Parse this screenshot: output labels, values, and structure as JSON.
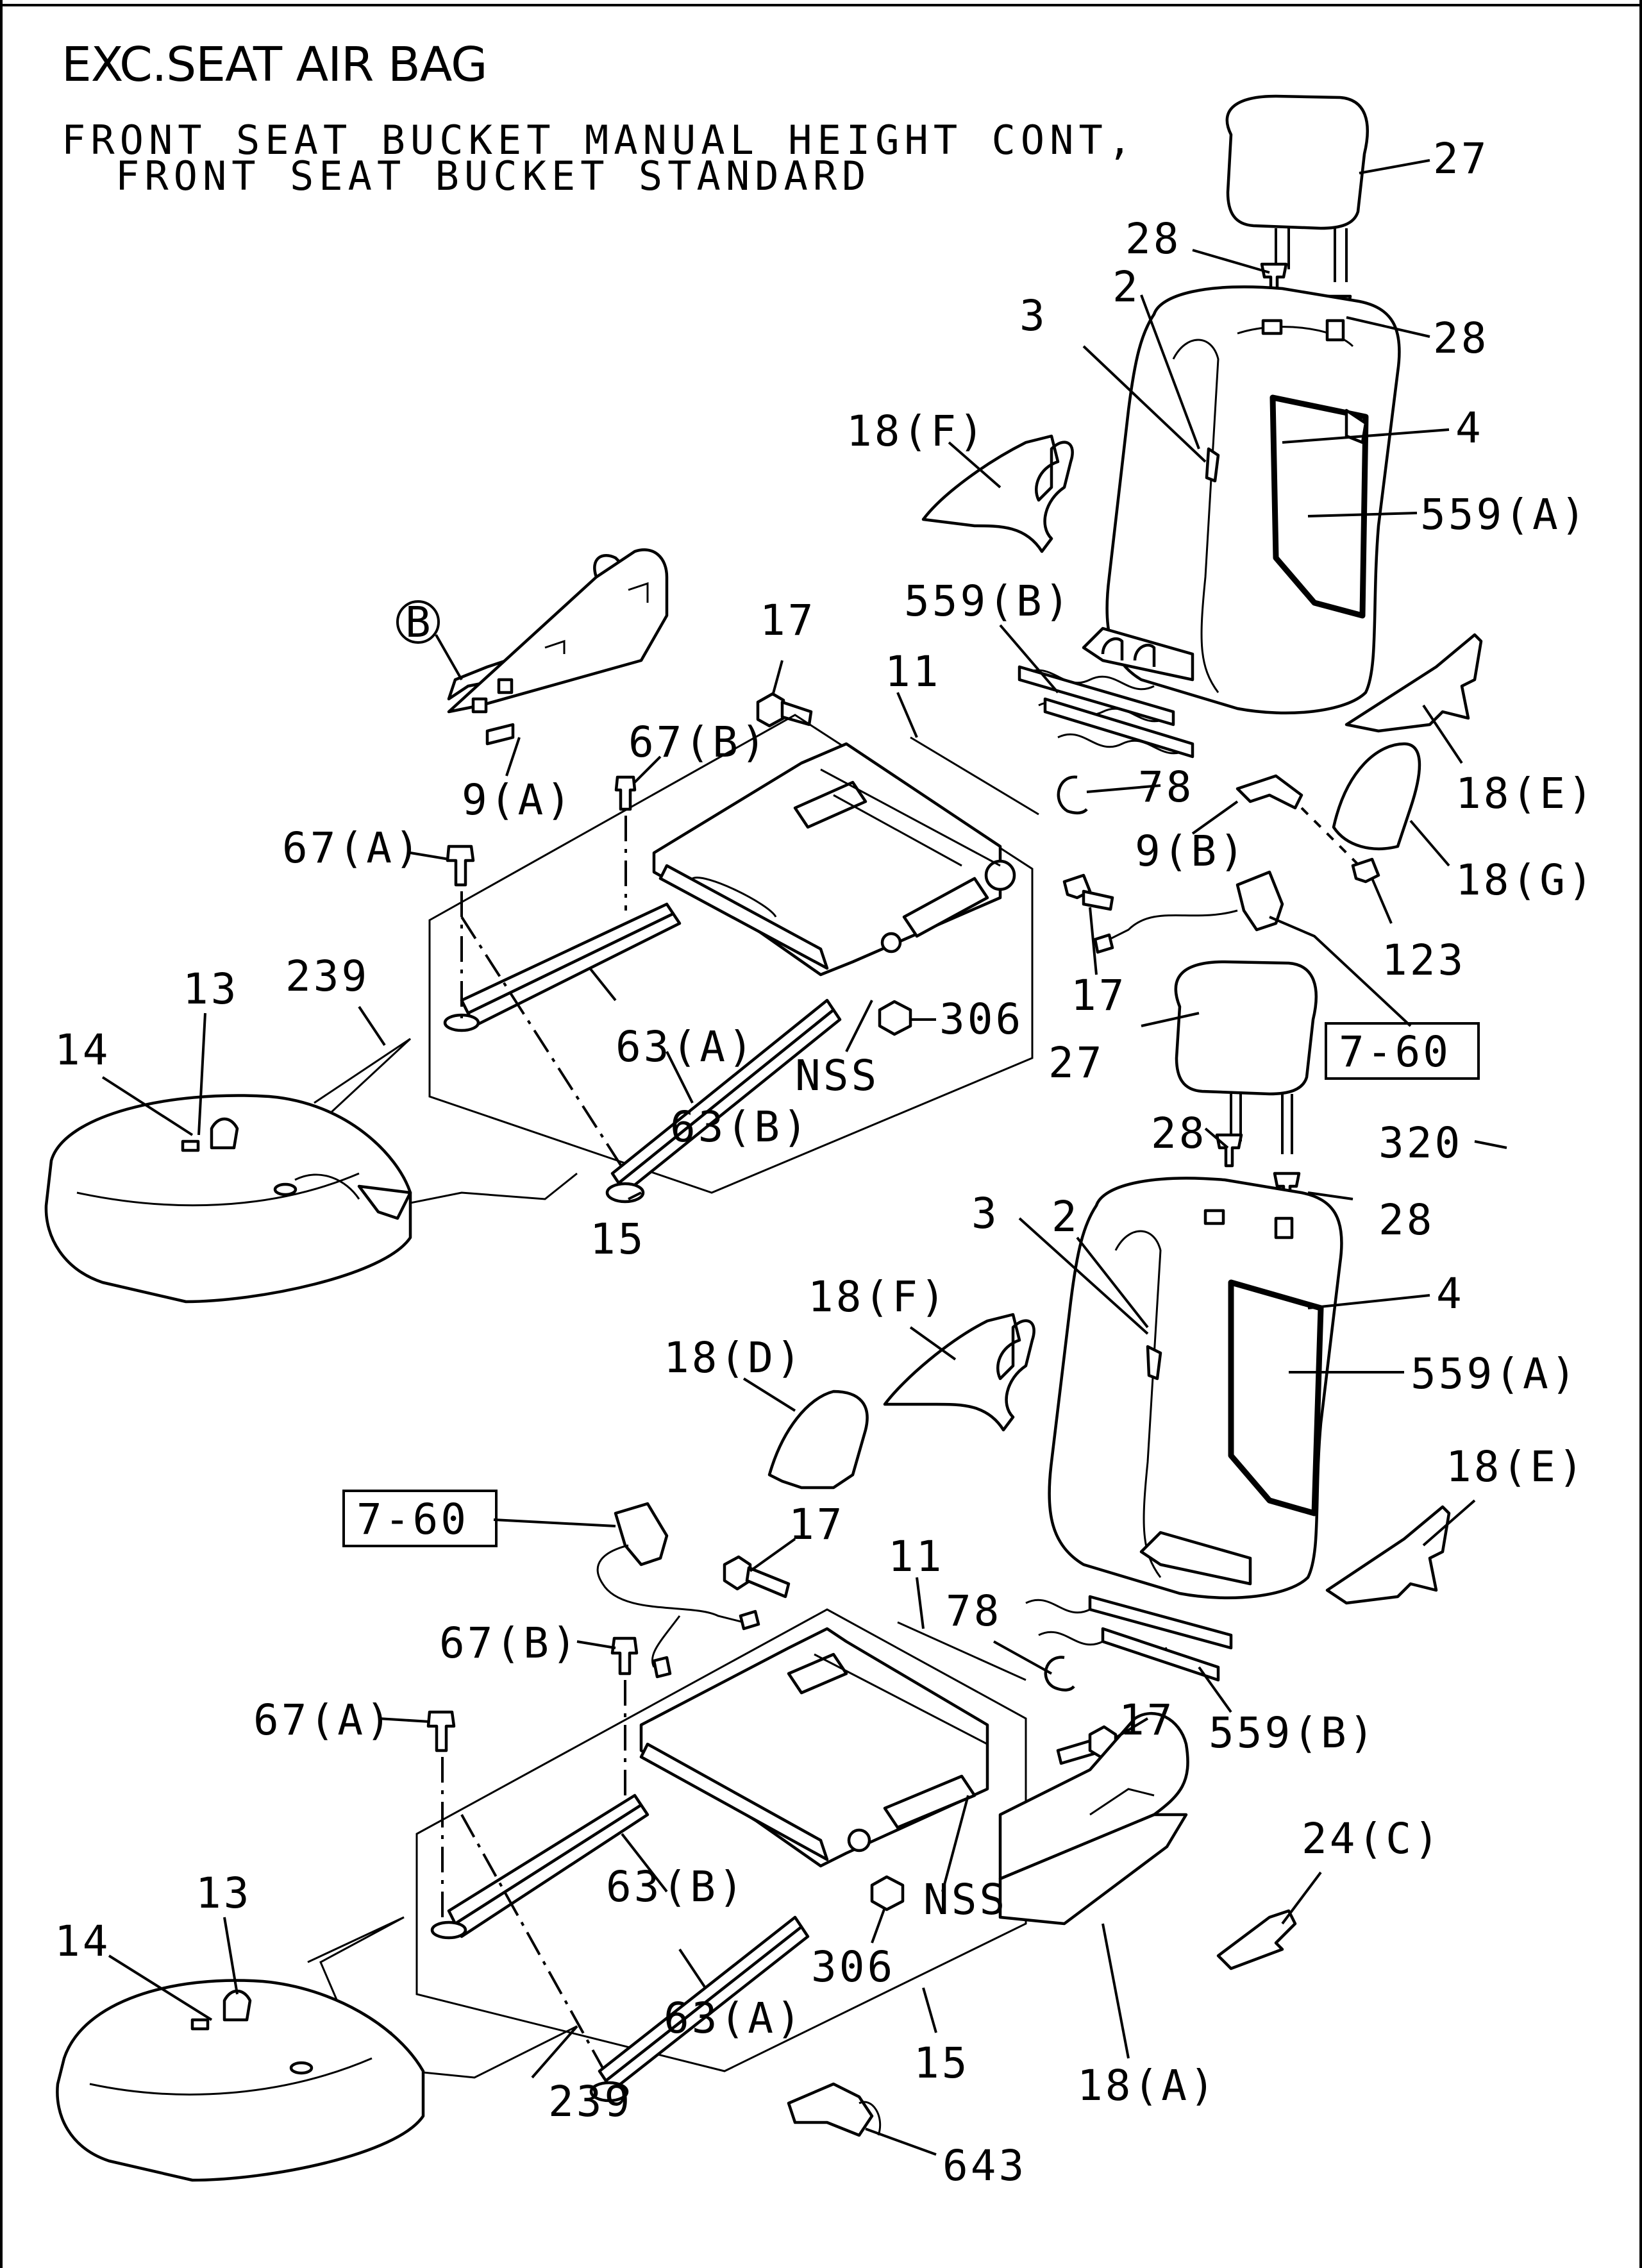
{
  "heading": "EXC.SEAT AIR BAG",
  "subtitle_lines": [
    "FRONT SEAT BUCKET MANUAL HEIGHT CONT,",
    "FRONT SEAT BUCKET STANDARD"
  ],
  "callouts": {
    "c27a": "27",
    "c28a": "28",
    "c28b": "28",
    "c2a": "2",
    "c3a": "3",
    "c4a": "4",
    "c559a1": "559(A)",
    "c18f1": "18(F)",
    "c559b1": "559(B)",
    "c17a": "17",
    "c11a": "11",
    "cB": "B",
    "c9a": "9(A)",
    "c67b1": "67(B)",
    "c67a1": "67(A)",
    "c78a": "78",
    "c9b": "9(B)",
    "c18e1": "18(E)",
    "c18g": "18(G)",
    "c123": "123",
    "c17b": "17",
    "c13a": "13",
    "c239a": "239",
    "c14a": "14",
    "c63a1": "63(A)",
    "c306a": "306",
    "cnss1": "NSS",
    "c63b1": "63(B)",
    "c15a": "15",
    "c27b": "27",
    "c760a": "7-60",
    "c28c": "28",
    "c320": "320",
    "c28d": "28",
    "c2b": "2",
    "c3b": "3",
    "c4b": "4",
    "c18f2": "18(F)",
    "c559a2": "559(A)",
    "c18d": "18(D)",
    "c18e2": "18(E)",
    "c760b": "7-60",
    "c17c": "17",
    "c11b": "11",
    "c78b": "78",
    "c67b2": "67(B)",
    "c67a2": "67(A)",
    "c17d": "17",
    "c559b2": "559(B)",
    "c24c": "24(C)",
    "c13b": "13",
    "c14b": "14",
    "c63b2": "63(B)",
    "cnss2": "NSS",
    "c306b": "306",
    "c63a2": "63(A)",
    "c15b": "15",
    "c18a": "18(A)",
    "c239b": "239",
    "c643": "643"
  }
}
